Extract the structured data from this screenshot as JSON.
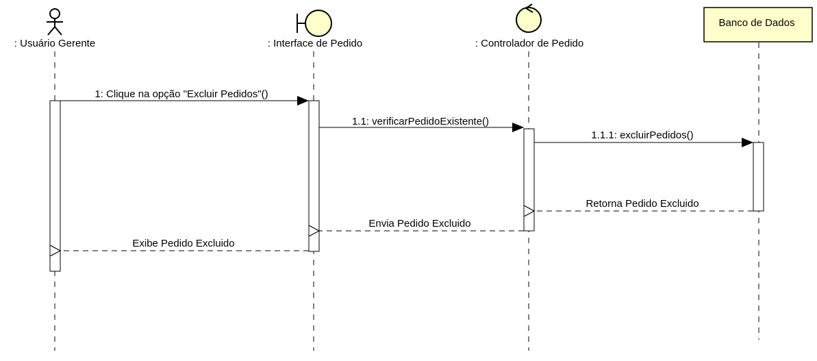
{
  "participants": {
    "actor": {
      "label": ": Usuário Gerente",
      "icon": "actor-stick-figure-icon"
    },
    "boundary": {
      "label": ": Interface de Pedido",
      "icon": "boundary-icon"
    },
    "control": {
      "label": ": Controlador de Pedido",
      "icon": "control-icon"
    },
    "database": {
      "label": "Banco de Dados"
    }
  },
  "messages": {
    "m1": "1: Clique na opção \"Excluir Pedidos\"()",
    "m2": "1.1: verificarPedidoExistente()",
    "m3": "1.1.1: excluirPedidos()",
    "r1": "Retorna Pedido Excluido",
    "r2": "Envia Pedido Excluido",
    "r3": "Exibe Pedido Excluido"
  },
  "colors": {
    "participant_fill": "#ffffcc",
    "line": "#000000",
    "activation_fill": "#ffffff"
  }
}
